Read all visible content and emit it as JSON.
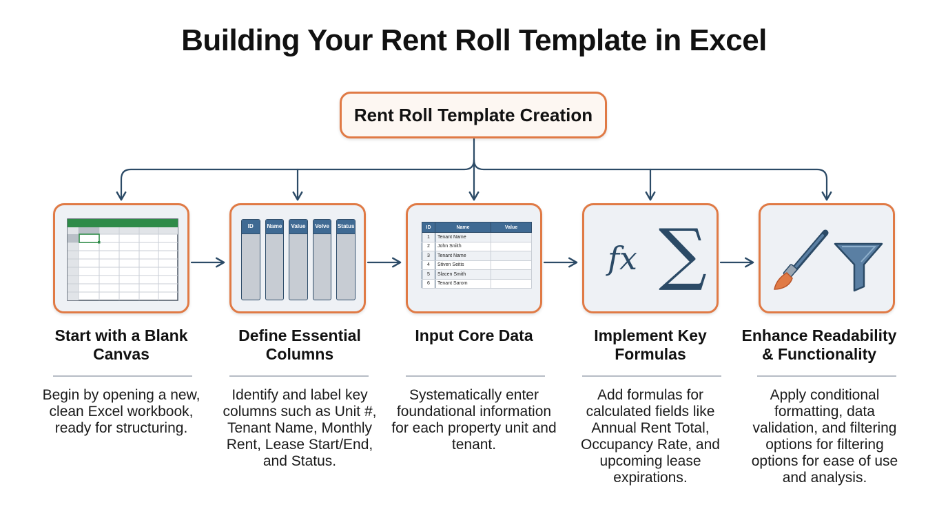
{
  "title": "Building Your Rent Roll Template in Excel",
  "root": {
    "label": "Rent Roll Template Creation"
  },
  "steps": [
    {
      "title": "Start with a Blank Canvas",
      "description": "Begin by opening a new, clean Excel workbook, ready for structuring.",
      "icon": "blank-spreadsheet-icon"
    },
    {
      "title": "Define Essential Columns",
      "description": "Identify and label key columns such as Unit #, Tenant Name, Monthly Rent, Lease Start/End, and Status.",
      "icon": "columns-icon",
      "columns": [
        "ID",
        "Name",
        "Value",
        "Volve",
        "Status"
      ]
    },
    {
      "title": "Input Core Data",
      "description": "Systematically enter foundational information for each property unit and tenant.",
      "icon": "data-table-icon",
      "table": {
        "headers": [
          "ID",
          "Name",
          "Value"
        ],
        "rows": [
          [
            "1",
            "Tenant Name",
            ""
          ],
          [
            "2",
            "John Sniith",
            ""
          ],
          [
            "3",
            "Tenant Name",
            ""
          ],
          [
            "4",
            "Stiven Seitis",
            ""
          ],
          [
            "5",
            "Slacen Smith",
            ""
          ],
          [
            "6",
            "Tenant Sarom",
            ""
          ]
        ]
      }
    },
    {
      "title": "Implement Key Formulas",
      "description": "Add formulas for calculated fields like Annual Rent Total, Occupancy Rate, and upcoming lease expirations.",
      "icon": "formula-icon",
      "symbols": {
        "fx": "fx",
        "sigma": "∑"
      }
    },
    {
      "title": "Enhance Readability & Functionality",
      "description": "Apply conditional formatting, data validation, and filtering options for filtering options for ease of use and analysis.",
      "icon": "paintbrush-filter-icon"
    }
  ],
  "colors": {
    "accent": "#e07a45",
    "connector": "#2b4a66",
    "header_blue": "#3f6a93",
    "excel_green": "#2e8b48"
  }
}
